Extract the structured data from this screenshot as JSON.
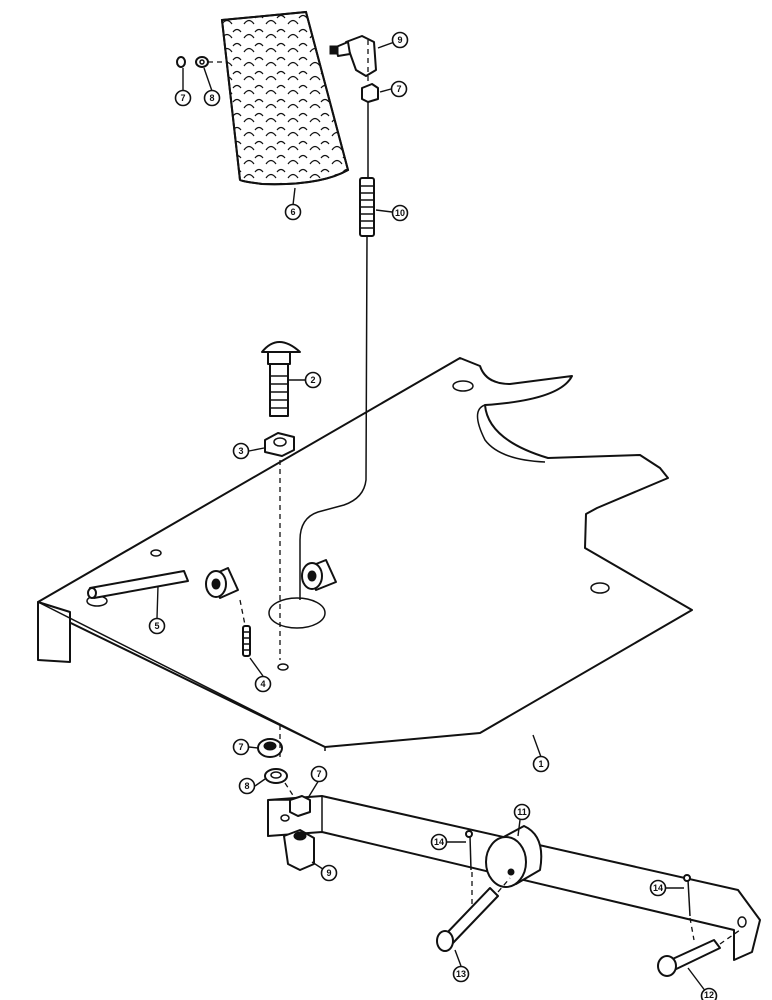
{
  "callouts": [
    {
      "id": "c1",
      "label": "1"
    },
    {
      "id": "c2",
      "label": "2"
    },
    {
      "id": "c3",
      "label": "3"
    },
    {
      "id": "c4",
      "label": "4"
    },
    {
      "id": "c5",
      "label": "5"
    },
    {
      "id": "c6",
      "label": "6"
    },
    {
      "id": "c7a",
      "label": "7"
    },
    {
      "id": "c7b",
      "label": "7"
    },
    {
      "id": "c7c",
      "label": "7"
    },
    {
      "id": "c7d",
      "label": "7"
    },
    {
      "id": "c8a",
      "label": "8"
    },
    {
      "id": "c8b",
      "label": "8"
    },
    {
      "id": "c9a",
      "label": "9"
    },
    {
      "id": "c9b",
      "label": "9"
    },
    {
      "id": "c10",
      "label": "10"
    },
    {
      "id": "c11",
      "label": "11"
    },
    {
      "id": "c12",
      "label": "12"
    },
    {
      "id": "c13",
      "label": "13"
    },
    {
      "id": "c14a",
      "label": "14"
    },
    {
      "id": "c14b",
      "label": "14"
    }
  ]
}
